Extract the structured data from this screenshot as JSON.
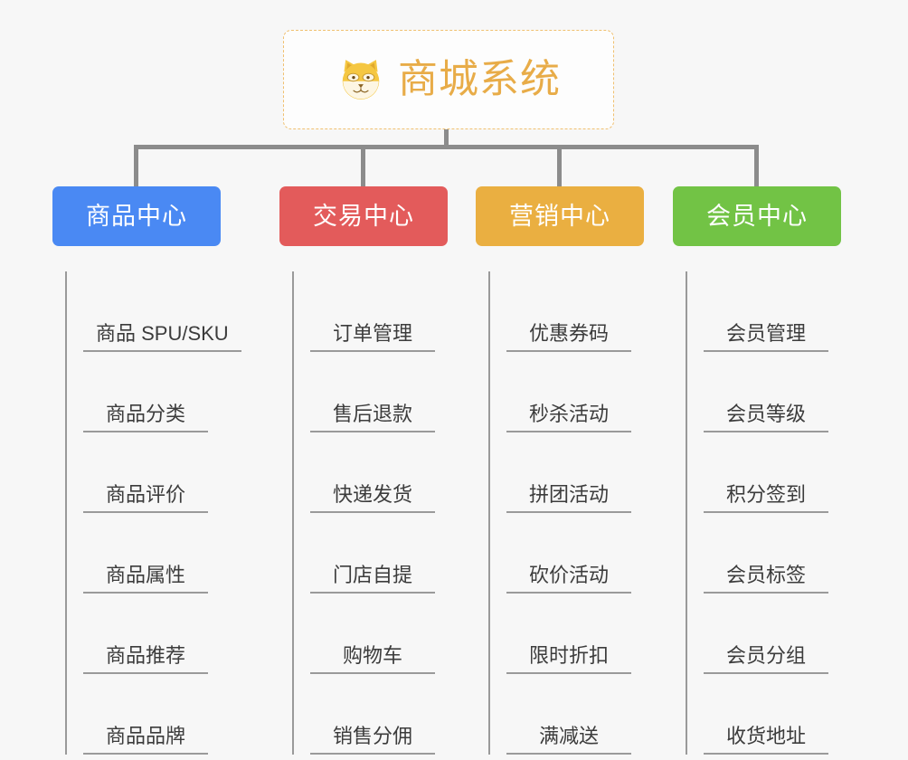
{
  "diagram": {
    "type": "mind-map",
    "background_color": "#f7f7f7",
    "line_color": "#8c8c8c"
  },
  "root": {
    "title": "商城系统",
    "icon": "shiba-dog-face-emoji",
    "text_color": "#e8ac48",
    "border_color": "#f0c070",
    "background": "#fdfdfd"
  },
  "categories": [
    {
      "label": "商品中心",
      "color": "#4a89f3",
      "items": [
        "商品 SPU/SKU",
        "商品分类",
        "商品评价",
        "商品属性",
        "商品推荐",
        "商品品牌"
      ]
    },
    {
      "label": "交易中心",
      "color": "#e35b5b",
      "items": [
        "订单管理",
        "售后退款",
        "快递发货",
        "门店自提",
        "购物车",
        "销售分佣"
      ]
    },
    {
      "label": "营销中心",
      "color": "#eaaf41",
      "items": [
        "优惠券码",
        "秒杀活动",
        "拼团活动",
        "砍价活动",
        "限时折扣",
        "满减送"
      ]
    },
    {
      "label": "会员中心",
      "color": "#72c345",
      "items": [
        "会员管理",
        "会员等级",
        "积分签到",
        "会员标签",
        "会员分组",
        "收货地址"
      ]
    }
  ]
}
